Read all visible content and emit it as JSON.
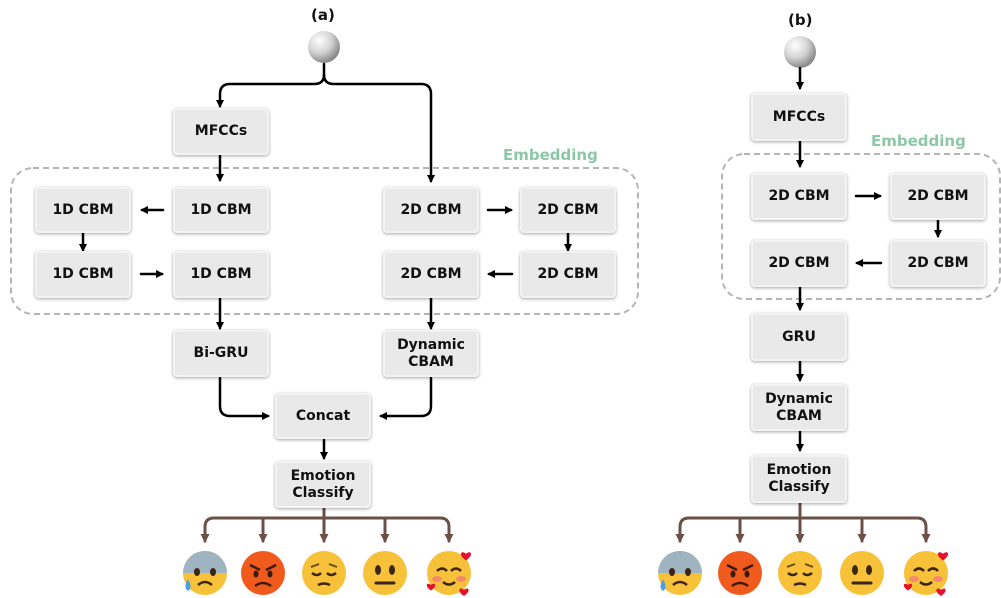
{
  "panel_a": {
    "label": "(a)",
    "embedding": "Embedding",
    "mfccs": "MFCCs",
    "cbm1d": "1D CBM",
    "cbm2d": "2D CBM",
    "bigru": "Bi-GRU",
    "dyncbam": "Dynamic\nCBAM",
    "concat": "Concat",
    "classify": "Emotion\nClassify"
  },
  "panel_b": {
    "label": "(b)",
    "embedding": "Embedding",
    "mfccs": "MFCCs",
    "cbm2d": "2D CBM",
    "gru": "GRU",
    "dyncbam": "Dynamic\nCBAM",
    "classify": "Emotion\nClassify"
  },
  "emotions": [
    "fearful",
    "angry",
    "sad",
    "neutral",
    "happy"
  ],
  "colors": {
    "node_fill": "#e9e9e9",
    "embedding_label": "#8cc7a6",
    "dashed_border": "#b4b4b4",
    "emotion_arrows": "#6b5048",
    "arrows": "#000000"
  }
}
